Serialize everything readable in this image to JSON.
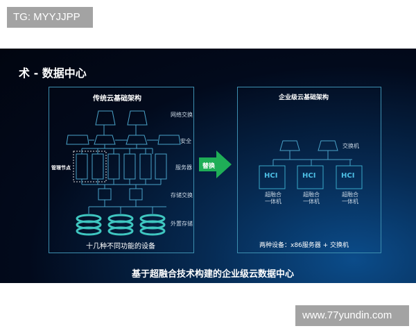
{
  "watermark_top": "TG: MYYJJPP",
  "watermark_bottom": "www.77yundin.com",
  "slide": {
    "title": "术 - 数据中心",
    "caption": "基于超融合技术构建的企业级云数据中心",
    "arrow_label": "替换",
    "accent_color": "#19a74f",
    "left": {
      "title": "传统云基础架构",
      "layers": [
        "网络交换",
        "安全",
        "服务器",
        "存储交换",
        "外置存储"
      ],
      "management_label": "管理节点",
      "footer": "十几种不同功能的设备"
    },
    "right": {
      "title": "企业级云基础架构",
      "switch_label": "交换机",
      "node_label_1": "超融合",
      "node_label_2": "一体机",
      "hci": "HCI",
      "footer": "两种设备：x86服务器 + 交换机"
    }
  }
}
